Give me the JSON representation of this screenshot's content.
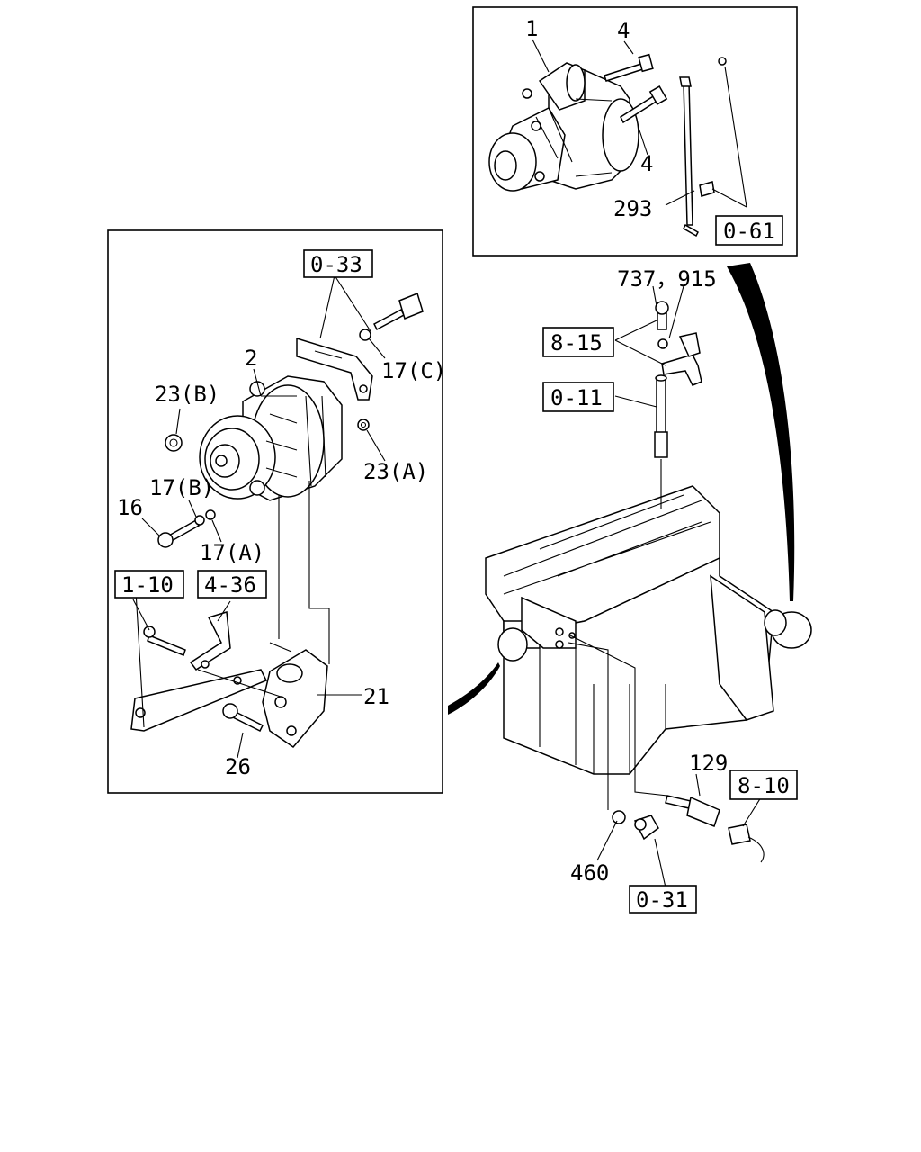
{
  "diagram": {
    "callouts": [
      {
        "id": "c1",
        "text": "1"
      },
      {
        "id": "c4a",
        "text": "4"
      },
      {
        "id": "c4b",
        "text": "4"
      },
      {
        "id": "c293",
        "text": "293"
      },
      {
        "id": "c737",
        "text": "737，915"
      },
      {
        "id": "c2",
        "text": "2"
      },
      {
        "id": "c23b",
        "text": "23(B)"
      },
      {
        "id": "c17c",
        "text": "17(C)"
      },
      {
        "id": "c23a",
        "text": "23(A)"
      },
      {
        "id": "c17b",
        "text": "17(B)"
      },
      {
        "id": "c16",
        "text": "16"
      },
      {
        "id": "c17a",
        "text": "17(A)"
      },
      {
        "id": "c21",
        "text": "21"
      },
      {
        "id": "c26",
        "text": "26"
      },
      {
        "id": "c129",
        "text": "129"
      },
      {
        "id": "c460",
        "text": "460"
      }
    ],
    "references": [
      {
        "id": "r061",
        "text": "0-61"
      },
      {
        "id": "r033",
        "text": "0-33"
      },
      {
        "id": "r815",
        "text": "8-15"
      },
      {
        "id": "r011",
        "text": "0-11"
      },
      {
        "id": "r110",
        "text": "1-10"
      },
      {
        "id": "r436",
        "text": "4-36"
      },
      {
        "id": "r810",
        "text": "8-10"
      },
      {
        "id": "r031",
        "text": "0-31"
      }
    ]
  }
}
